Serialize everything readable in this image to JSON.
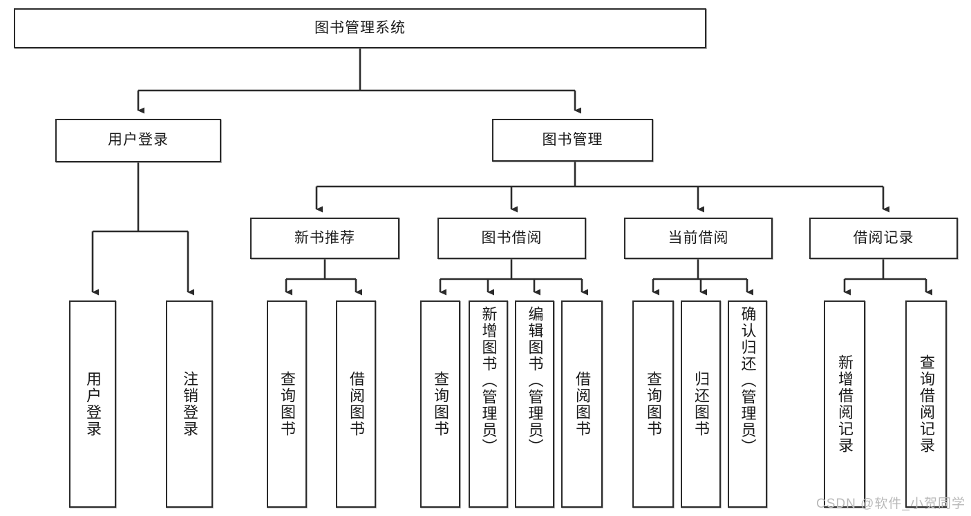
{
  "diagram": {
    "title": "图书管理系统",
    "watermark": "CSDN @软件_小贺同学",
    "stroke_color": "#2b2b2b",
    "background_color": "#ffffff",
    "text_color": "#1a1a1a",
    "watermark_color": "#b9b9b9"
  },
  "nodes": {
    "root": {
      "label": "图书管理系统"
    },
    "level2": [
      {
        "id": "user-login",
        "label": "用户登录"
      },
      {
        "id": "book-management",
        "label": "图书管理"
      }
    ],
    "level3": [
      {
        "id": "new-book-recommend",
        "label": "新书推荐"
      },
      {
        "id": "book-borrow",
        "label": "图书借阅"
      },
      {
        "id": "current-borrow",
        "label": "当前借阅"
      },
      {
        "id": "borrow-record",
        "label": "借阅记录"
      }
    ],
    "leaves": {
      "user_login": [
        {
          "id": "leaf-user-login",
          "label": "用户登录"
        },
        {
          "id": "leaf-logout-login",
          "label": "注销登录"
        }
      ],
      "new_book_recommend": [
        {
          "id": "leaf-query-book-1",
          "label": "查询图书"
        },
        {
          "id": "leaf-borrow-book-1",
          "label": "借阅图书"
        }
      ],
      "book_borrow": [
        {
          "id": "leaf-query-book-2",
          "label": "查询图书"
        },
        {
          "id": "leaf-add-book",
          "label": "新增图书（管理员）"
        },
        {
          "id": "leaf-edit-book",
          "label": "编辑图书（管理员）"
        },
        {
          "id": "leaf-borrow-book-2",
          "label": "借阅图书"
        }
      ],
      "current_borrow": [
        {
          "id": "leaf-query-book-3",
          "label": "查询图书"
        },
        {
          "id": "leaf-return-book",
          "label": "归还图书"
        },
        {
          "id": "leaf-confirm-return",
          "label": "确认归还（管理员）"
        }
      ],
      "borrow_record": [
        {
          "id": "leaf-add-record",
          "label": "新增借阅记录"
        },
        {
          "id": "leaf-query-record",
          "label": "查询借阅记录"
        }
      ]
    }
  }
}
